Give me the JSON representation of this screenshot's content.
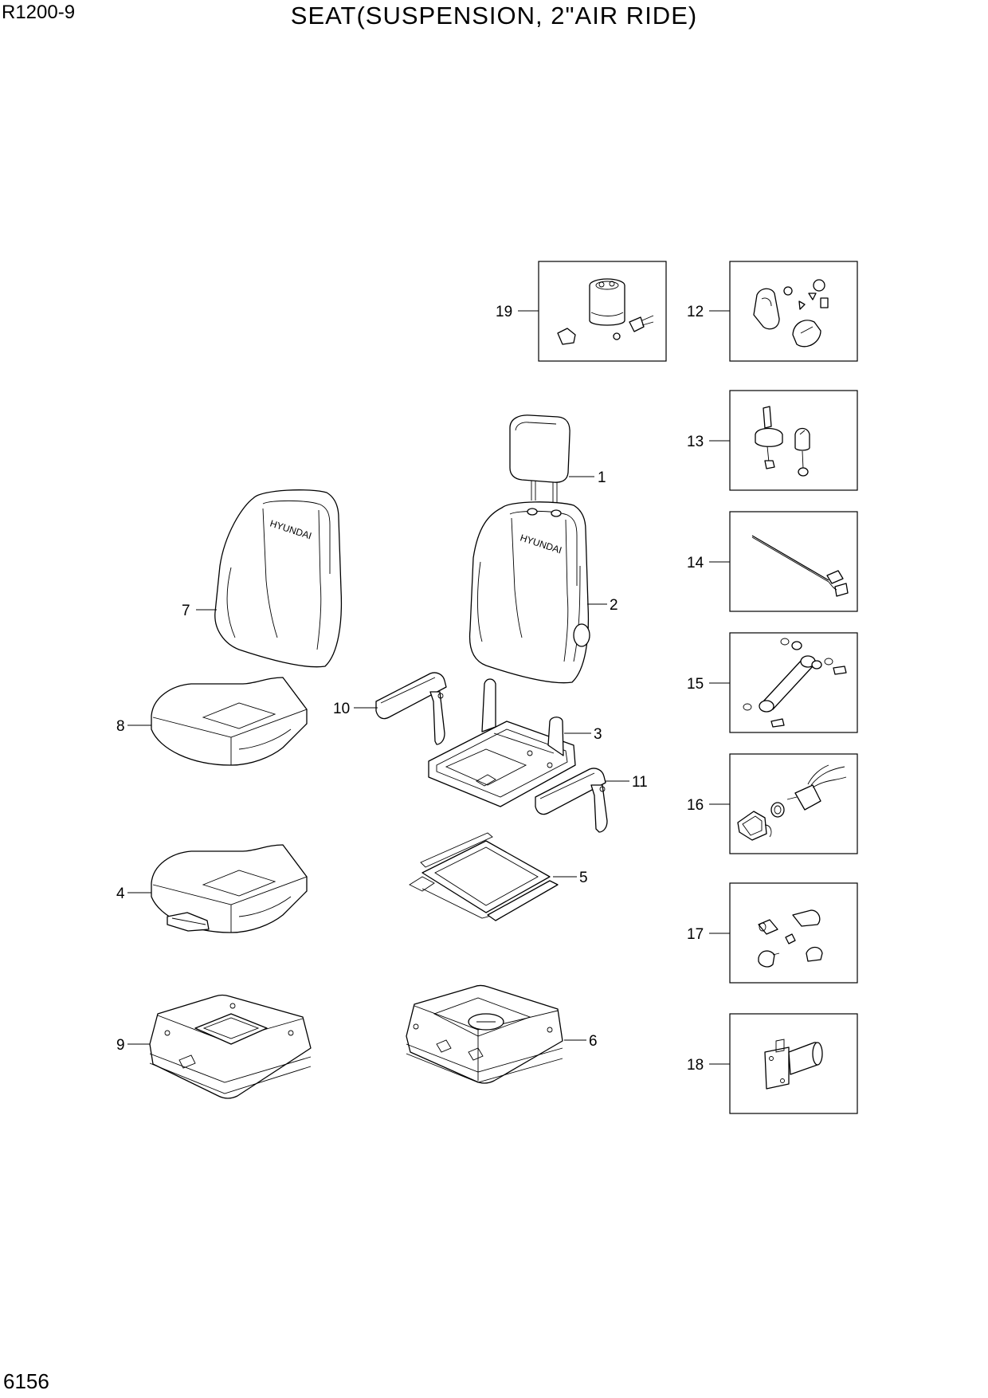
{
  "header": {
    "model": "R1200-9",
    "title": "SEAT(SUSPENSION, 2\"AIR RIDE)"
  },
  "footer": {
    "page_number": "6156"
  },
  "seat_branding": {
    "backrest_7": "HYUNDAI",
    "backrest_2": "HYUNDAI"
  },
  "callouts": {
    "p1": "1",
    "p2": "2",
    "p3": "3",
    "p4": "4",
    "p5": "5",
    "p6": "6",
    "p7": "7",
    "p8": "8",
    "p9": "9",
    "p10": "10",
    "p11": "11",
    "p12": "12",
    "p13": "13",
    "p14": "14",
    "p15": "15",
    "p16": "16",
    "p17": "17",
    "p18": "18",
    "p19": "19"
  }
}
